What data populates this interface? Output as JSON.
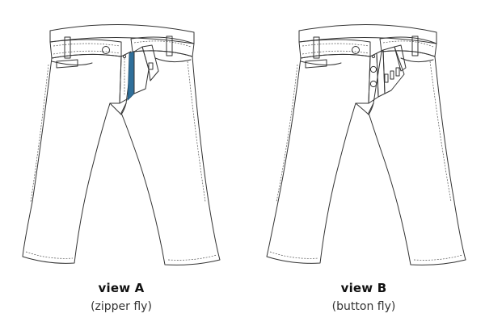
{
  "views": [
    {
      "id": "a",
      "title": "view A",
      "subtitle": "(zipper fly)",
      "fly": "zipper"
    },
    {
      "id": "b",
      "title": "view B",
      "subtitle": "(button fly)",
      "fly": "button"
    }
  ],
  "colors": {
    "lining": "#aee1f0",
    "lining_light": "#c9ecf7",
    "fabric": "#ffffff",
    "grey": "#d3d3d3",
    "zipper_tape": "#2f6f9a",
    "outline": "#333333"
  },
  "icons": [
    "jeans-icon",
    "waistband-button-icon",
    "fly-button-icon"
  ]
}
